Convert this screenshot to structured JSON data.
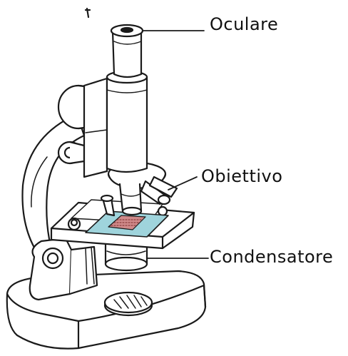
{
  "labels": {
    "eyepiece": "Oculare",
    "objective": "Obiettivo",
    "condenser": "Condensatore"
  },
  "colors": {
    "ink": "#1a1a1a",
    "background": "#ffffff",
    "slide_fill": "#9fd4dc",
    "specimen_fill": "#d08a8a"
  }
}
